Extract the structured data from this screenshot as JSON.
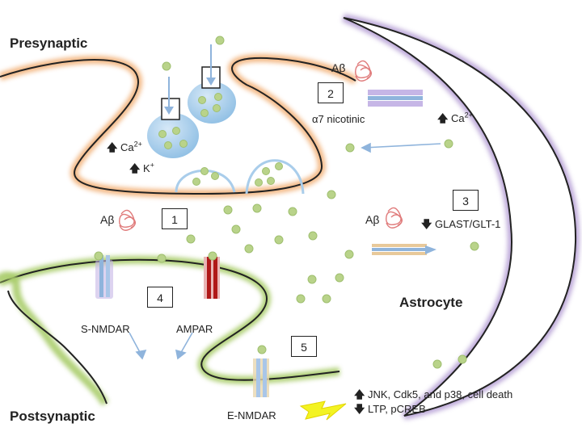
{
  "labels": {
    "presynaptic": "Presynaptic",
    "postsynaptic": "Postsynaptic",
    "astrocyte": "Astrocyte",
    "abeta": "Aβ",
    "a7_nicotinic": "α7 nicotinic",
    "ca": "Ca",
    "ca_sup": "2+",
    "k": "K",
    "k_sup": "+",
    "glast": "GLAST/GLT-1",
    "s_nmdar": "S-NMDAR",
    "ampar": "AMPAR",
    "e_nmdar": "E-NMDAR",
    "outcome_up": "JNK, Cdk5, and p38, cell death",
    "outcome_down": "LTP, pCREB"
  },
  "steps": [
    "1",
    "2",
    "3",
    "4",
    "5"
  ],
  "colors": {
    "presynaptic_glow": "#f2b27a",
    "postsynaptic_glow": "#a9cc6b",
    "astrocyte_glow": "#b7a1d6",
    "glutamate": "#b9d38a",
    "vesicle": "#a9cdeb",
    "abeta": "#e07c7c",
    "ampar": "#b01818",
    "arrow": "#8fb4dc"
  },
  "icons": [
    "abeta-aggregate-icon",
    "up-arrow-icon",
    "down-arrow-icon",
    "lightning-icon"
  ]
}
